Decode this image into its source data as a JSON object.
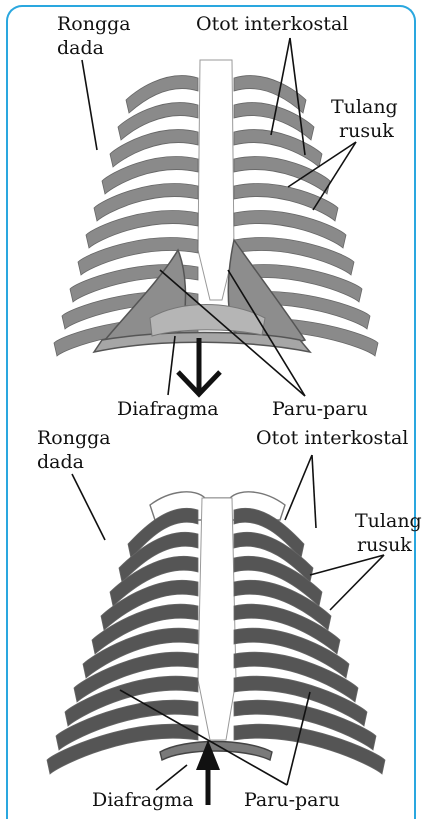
{
  "panel_top": {
    "label_rongga_line1": "Rongga",
    "label_rongga_line2": "dada",
    "label_otot": "Otot interkostal",
    "label_tulang_line1": "Tulang",
    "label_tulang_line2": "rusuk",
    "label_diafragma": "Diafragma",
    "label_paru": "Paru-paru",
    "state": "inhale",
    "arrow_direction": "down"
  },
  "panel_bottom": {
    "label_rongga_line1": "Rongga",
    "label_rongga_line2": "dada",
    "label_otot": "Otot interkostal",
    "label_tulang_line1": "Tulang",
    "label_tulang_line2": "rusuk",
    "label_diafragma": "Diafragma",
    "label_paru": "Paru-paru",
    "state": "exhale",
    "arrow_direction": "up"
  },
  "colors": {
    "border": "#2aa7df",
    "muscle_band": "#8a8a8a",
    "muscle_band_dark": "#555555",
    "bone": "#ffffff",
    "lung": "#8d8d8d",
    "diaphragm": "#a6a6a6",
    "line": "#111111"
  }
}
